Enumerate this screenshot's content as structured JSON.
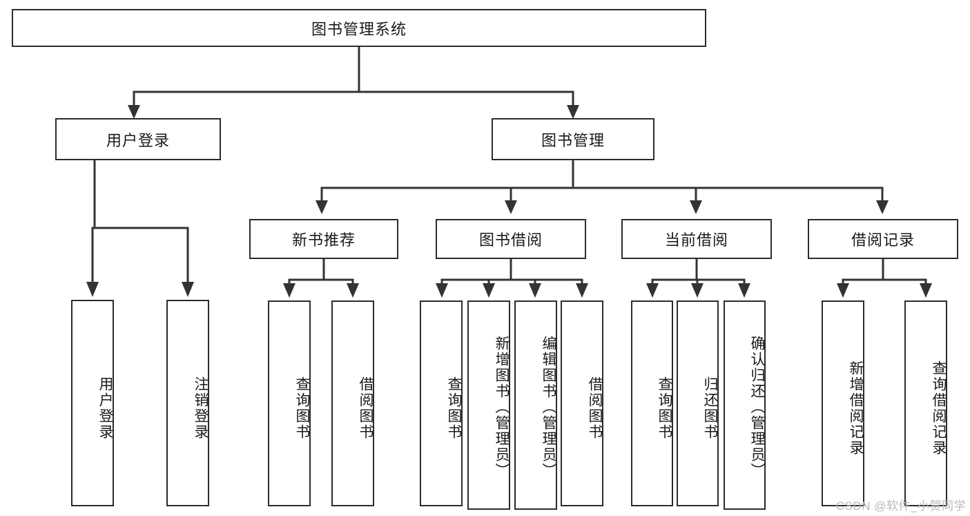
{
  "diagram": {
    "title": "图书管理系统",
    "watermark": "CSDN @软件_小贺同学",
    "colors": {
      "box_border": "#2b2b2b",
      "box_fill": "#ffffff",
      "connector": "#333333",
      "text": "#1a1a1a",
      "watermark": "#b9b9b9"
    },
    "root": {
      "label": "图书管理系统"
    },
    "level2": [
      {
        "label": "用户登录"
      },
      {
        "label": "图书管理"
      }
    ],
    "level3": [
      {
        "label": "新书推荐"
      },
      {
        "label": "图书借阅"
      },
      {
        "label": "当前借阅"
      },
      {
        "label": "借阅记录"
      }
    ],
    "leaves": {
      "user_login": [
        {
          "label": "用户登录"
        },
        {
          "label": "注销登录"
        }
      ],
      "new_book_recommend": [
        {
          "label": "查询图书"
        },
        {
          "label": "借阅图书"
        }
      ],
      "book_borrow": [
        {
          "label": "查询图书"
        },
        {
          "label": "新增图书（管理员）"
        },
        {
          "label": "编辑图书（管理员）"
        },
        {
          "label": "借阅图书"
        }
      ],
      "current_borrow": [
        {
          "label": "查询图书"
        },
        {
          "label": "归还图书"
        },
        {
          "label": "确认归还（管理员）"
        }
      ],
      "borrow_record": [
        {
          "label": "新增借阅记录"
        },
        {
          "label": "查询借阅记录"
        }
      ]
    }
  }
}
